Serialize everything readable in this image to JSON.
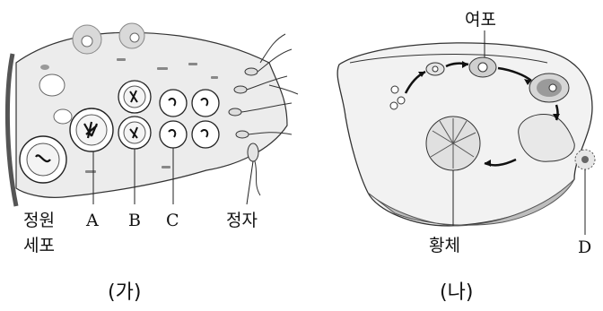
{
  "panel_ga": {
    "caption": "(가)",
    "labels": {
      "spermatogonium_line1": "정원",
      "spermatogonium_line2": "세포",
      "a": "A",
      "b": "B",
      "c": "C",
      "sperm": "정자"
    }
  },
  "panel_na": {
    "caption": "(나)",
    "labels": {
      "follicle": "여포",
      "corpus_luteum": "황체",
      "d": "D"
    }
  },
  "colors": {
    "line": "#222222",
    "tissue_fill": "#e8e8e8",
    "shade": "#bdbdbd",
    "background": "#ffffff"
  }
}
